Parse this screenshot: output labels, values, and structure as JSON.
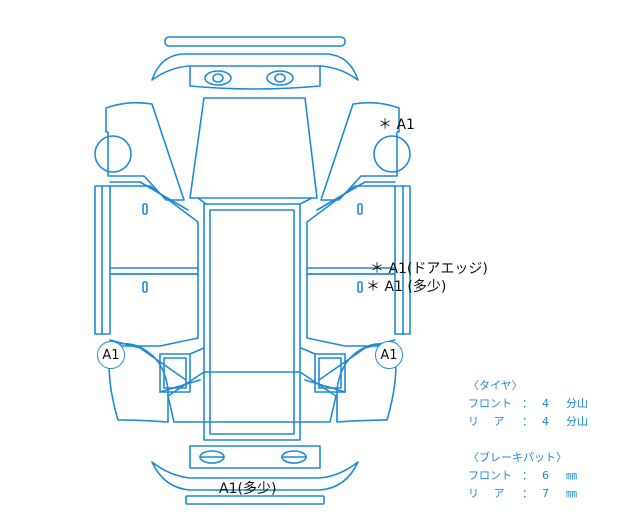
{
  "colors": {
    "outline": "#1f8ad6",
    "text": "#111111",
    "info_text": "#1f8ad6"
  },
  "damage_marks": {
    "hood_right": "＊ A1",
    "door_edge_right": "＊ A1(ドアエッジ)",
    "rear_door_right": "＊ A1 (多少)",
    "rear_bumper": "A1(多少)",
    "rear_wheel_left": "A1",
    "rear_wheel_right": "A1"
  },
  "tires": {
    "heading": "〈タイヤ〉",
    "front": {
      "label": "フロント",
      "colon": "：",
      "value": "4",
      "unit": "分山"
    },
    "rear": {
      "label": "リ　 ア",
      "colon": "：",
      "value": "4",
      "unit": "分山"
    }
  },
  "brake_pads": {
    "heading": "〈ブレーキパット〉",
    "front": {
      "label": "フロント",
      "colon": "：",
      "value": "6",
      "unit": "㎜"
    },
    "rear": {
      "label": "リ　 ア",
      "colon": "：",
      "value": "7",
      "unit": "㎜"
    }
  }
}
